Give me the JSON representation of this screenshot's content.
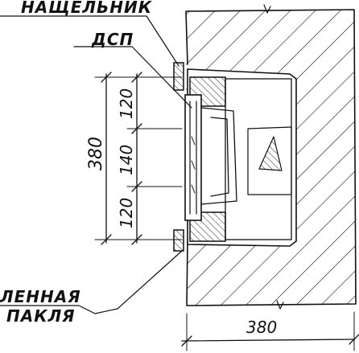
{
  "labels": {
    "trim": "НАЩЕЛЬНИК",
    "board": "ДСП",
    "tow_line1": "ЛЕННАЯ",
    "tow_line2": "ПАКЛЯ"
  },
  "dimensions": {
    "total_height": "380",
    "segment_top": "120",
    "segment_middle": "140",
    "segment_bottom": "120",
    "wall_thickness": "380"
  }
}
